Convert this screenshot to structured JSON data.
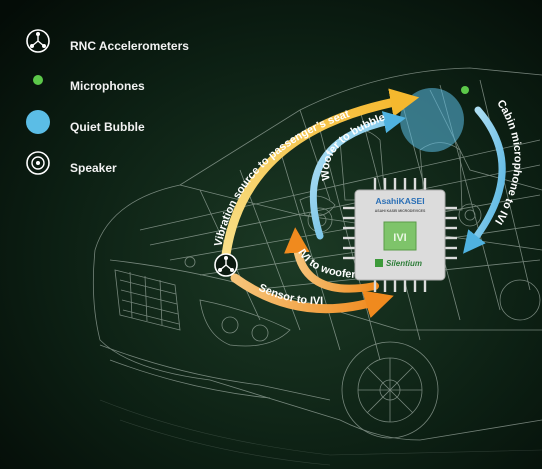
{
  "legend": {
    "accelerometers": {
      "label": "RNC Accelerometers",
      "icon": "accelerometer-icon"
    },
    "microphones": {
      "label": "Microphones",
      "icon": "microphone-dot-icon",
      "color": "#5cc84a"
    },
    "quiet_bubble": {
      "label": "Quiet Bubble",
      "icon": "quiet-bubble-icon",
      "color": "#5bbde6"
    },
    "speaker": {
      "label": "Speaker",
      "icon": "speaker-icon"
    }
  },
  "flows": {
    "vibration": "Vibration source to passenger’s seat",
    "woofer_to_bubble": "Woofer to bubble",
    "cabin_mic": "Cabin microphone to IVI",
    "ivi_to_woofer": "IVI to woofer",
    "sensor_to_ivi": "Sensor to IVI"
  },
  "chip": {
    "brand_top": "AsahiKASEI",
    "brand_sub": "ASAHI KASEI MICRODEVICES",
    "center_label": "IVI",
    "brand_bottom": "Silentium"
  },
  "colors": {
    "background": "#06110a",
    "orange_arrow": "#f29a2e",
    "yellow_arrow": "#f5c840",
    "blue_arrow": "#5bbde6",
    "chip_body": "#dcdcdc",
    "chip_center": "#7ec46a",
    "wireframe": "#c8d4cc"
  }
}
